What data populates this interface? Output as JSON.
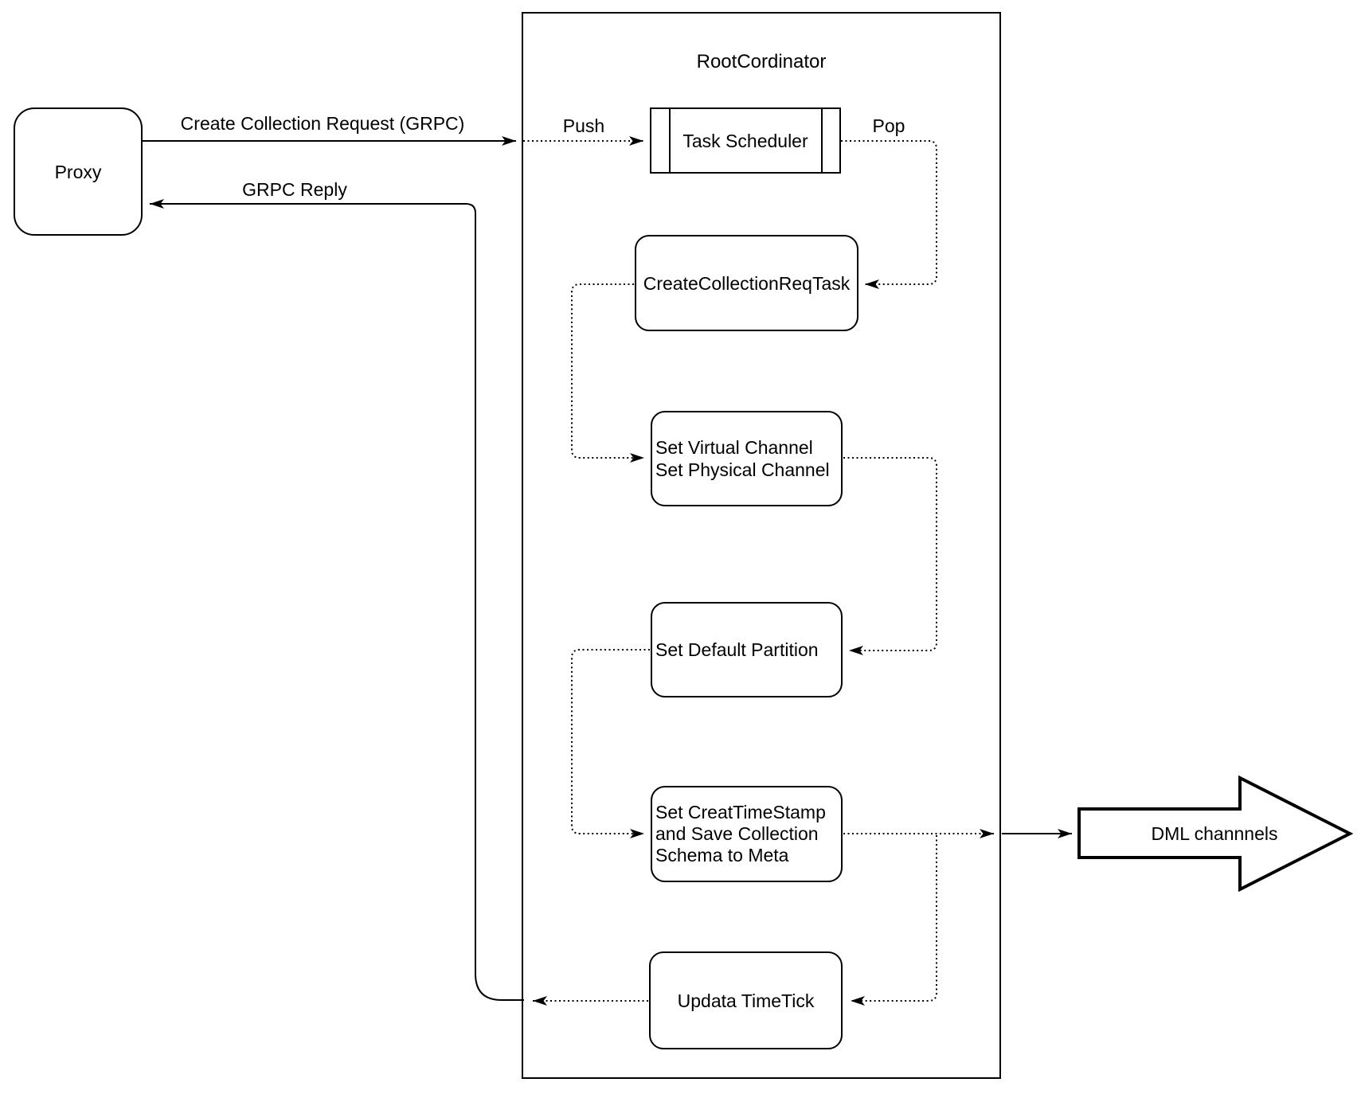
{
  "diagram": {
    "background": "#ffffff",
    "stroke_color": "#000000",
    "nodes": {
      "proxy": "Proxy",
      "root_coordinator_title": "RootCordinator",
      "task_scheduler": "Task Scheduler",
      "create_collection_req_task": "CreateCollectionReqTask",
      "set_channel_line1": "Set Virtual Channel",
      "set_channel_line2": "Set Physical Channel",
      "set_default_partition": "Set Default Partition",
      "set_timestamp_line1": "Set CreatTimeStamp",
      "set_timestamp_line2": "and Save Collection",
      "set_timestamp_line3": "Schema to Meta",
      "update_timetick": "Updata TimeTick",
      "dml_channels": "DML channnels"
    },
    "edge_labels": {
      "create_request": "Create Collection Request (GRPC)",
      "grpc_reply": "GRPC Reply",
      "push": "Push",
      "pop": "Pop"
    }
  }
}
